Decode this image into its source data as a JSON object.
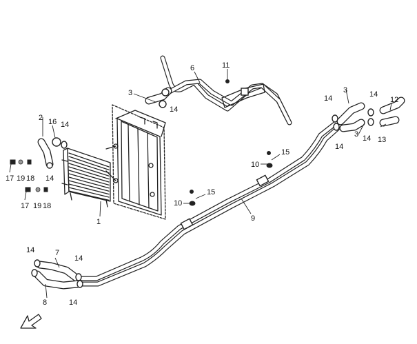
{
  "diagram": {
    "callouts": [
      {
        "id": "c1",
        "text": "1"
      },
      {
        "id": "c2",
        "text": "2"
      },
      {
        "id": "c3a",
        "text": "3"
      },
      {
        "id": "c3b",
        "text": "3"
      },
      {
        "id": "c3c",
        "text": "3"
      },
      {
        "id": "c6",
        "text": "6"
      },
      {
        "id": "c7",
        "text": "7"
      },
      {
        "id": "c8",
        "text": "8"
      },
      {
        "id": "c9",
        "text": "9"
      },
      {
        "id": "c10a",
        "text": "10"
      },
      {
        "id": "c10b",
        "text": "10"
      },
      {
        "id": "c11",
        "text": "11"
      },
      {
        "id": "c12",
        "text": "12"
      },
      {
        "id": "c13",
        "text": "13"
      },
      {
        "id": "c14a",
        "text": "14"
      },
      {
        "id": "c14b",
        "text": "14"
      },
      {
        "id": "c14c",
        "text": "14"
      },
      {
        "id": "c14d",
        "text": "14"
      },
      {
        "id": "c14e",
        "text": "14"
      },
      {
        "id": "c14f",
        "text": "14"
      },
      {
        "id": "c14g",
        "text": "14"
      },
      {
        "id": "c14h",
        "text": "14"
      },
      {
        "id": "c14i",
        "text": "14"
      },
      {
        "id": "c14j",
        "text": "14"
      },
      {
        "id": "c15a",
        "text": "15"
      },
      {
        "id": "c15b",
        "text": "15"
      },
      {
        "id": "c16",
        "text": "16"
      },
      {
        "id": "c17a",
        "text": "17"
      },
      {
        "id": "c17b",
        "text": "17"
      },
      {
        "id": "c18a",
        "text": "18"
      },
      {
        "id": "c18b",
        "text": "18"
      },
      {
        "id": "c19a",
        "text": "19"
      },
      {
        "id": "c19b",
        "text": "19"
      }
    ]
  }
}
